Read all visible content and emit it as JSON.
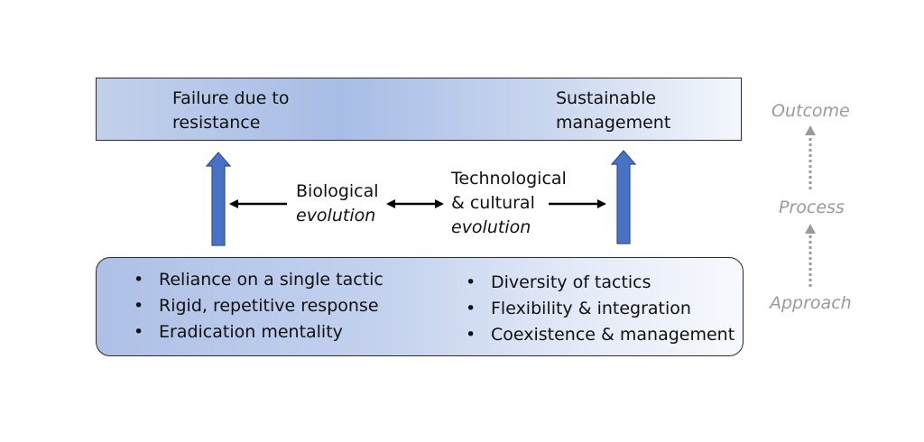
{
  "outcome": {
    "left_label": "Failure due to resistance",
    "right_label": "Sustainable management"
  },
  "process": {
    "left_label_line1": "Biological",
    "left_label_line2": "evolution",
    "right_label_line1": "Technological",
    "right_label_line2": "& cultural",
    "right_label_line3": "evolution"
  },
  "approach": {
    "left_items": [
      "Reliance on a single tactic",
      "Rigid, repetitive response",
      "Eradication mentality"
    ],
    "right_items": [
      "Diversity of tactics",
      "Flexibility & integration",
      "Coexistence & management"
    ]
  },
  "side_labels": {
    "outcome": "Outcome",
    "process": "Process",
    "approach": "Approach"
  },
  "colors": {
    "arrow_fill": "#4a72c4",
    "arrow_stroke": "#2f4f8f",
    "side_text": "#9a9a9a"
  }
}
